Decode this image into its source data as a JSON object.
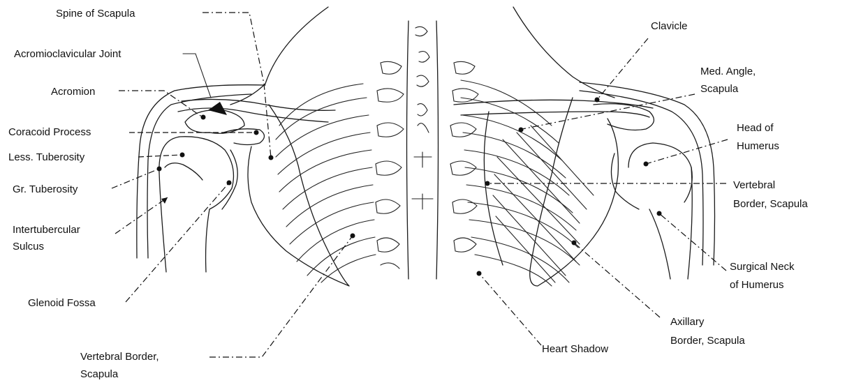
{
  "labels": {
    "spine_of_scapula": "Spine of Scapula",
    "acromioclavicular_joint": "Acromioclavicular Joint",
    "acromion": "Acromion",
    "coracoid_process": "Coracoid Process",
    "less_tuberosity": "Less. Tuberosity",
    "gr_tuberosity": "Gr. Tuberosity",
    "intertubercular_line1": "Intertubercular",
    "intertubercular_line2": "Sulcus",
    "glenoid_fossa": "Glenoid Fossa",
    "vertebral_border_left_line1": "Vertebral Border,",
    "vertebral_border_left_line2": "Scapula",
    "clavicle": "Clavicle",
    "med_angle_line1": "Med. Angle,",
    "med_angle_line2": "Scapula",
    "head_humerus_line1": "Head of",
    "head_humerus_line2": "Humerus",
    "vertebral_border_right_line1": "Vertebral",
    "vertebral_border_right_line2": "Border, Scapula",
    "surgical_neck_line1": "Surgical Neck",
    "surgical_neck_line2": "of Humerus",
    "axillary_line1": "Axillary",
    "axillary_line2": "Border, Scapula",
    "heart_shadow": "Heart Shadow"
  },
  "colors": {
    "ink": "#111111",
    "background": "#ffffff"
  }
}
